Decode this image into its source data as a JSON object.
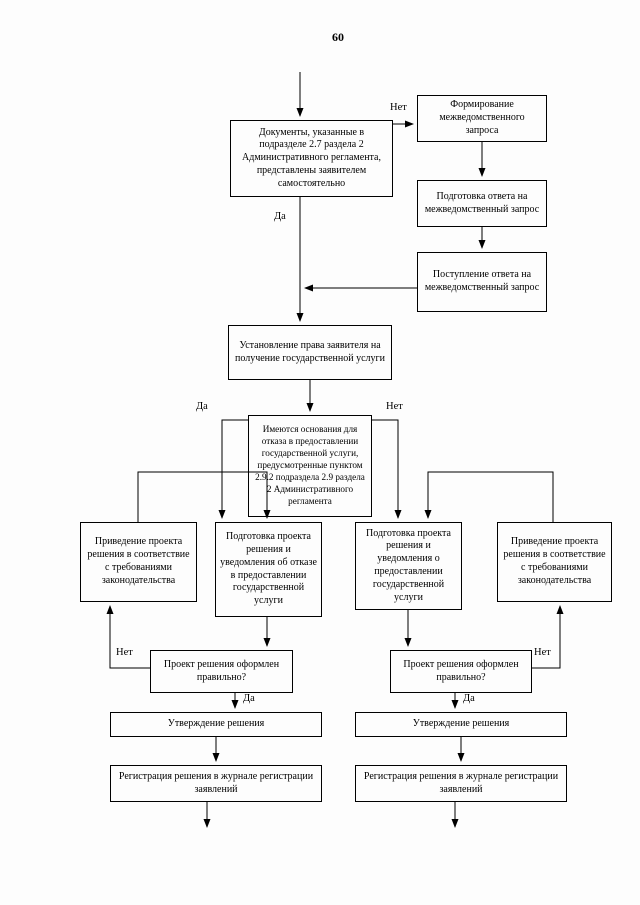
{
  "page": {
    "number": "60"
  },
  "labels": {
    "yes": "Да",
    "no": "Нет"
  },
  "nodes": {
    "docs_check": {
      "text": "Документы, указанные в подразделе 2.7 раздела 2 Административного регламента, представлены заявителем самостоятельно"
    },
    "form_request": {
      "text": "Формирование межведомственного запроса"
    },
    "prepare_response": {
      "text": "Подготовка ответа на межведомственный запрос"
    },
    "receive_response": {
      "text": "Поступление ответа на межведомственный запрос"
    },
    "establish_right": {
      "text": "Установление права заявителя на получение государственной услуги"
    },
    "refusal_grounds": {
      "text": "Имеются основания для отказа в предоставлении государственной услуги, предусмотренные пунктом 2.9.2 подраздела 2.9 раздела 2 Административного регламента"
    },
    "align_left": {
      "text": "Приведение проекта решения в соответствие с требованиями законодательства"
    },
    "draft_refusal": {
      "text": "Подготовка проекта решения и уведомления об отказе в предоставлении государственной услуги"
    },
    "draft_grant": {
      "text": "Подготовка проекта решения и уведомления о предоставлении государственной услуги"
    },
    "align_right": {
      "text": "Приведение проекта решения в соответствие с требованиями законодательства"
    },
    "check_left": {
      "text": "Проект решения оформлен правильно?"
    },
    "approve_left": {
      "text": "Утверждение решения"
    },
    "register_left": {
      "text": "Регистрация решения в журнале регистрации заявлений"
    },
    "check_right": {
      "text": "Проект решения оформлен правильно?"
    },
    "approve_right": {
      "text": "Утверждение решения"
    },
    "register_right": {
      "text": "Регистрация решения в журнале регистрации заявлений"
    }
  }
}
